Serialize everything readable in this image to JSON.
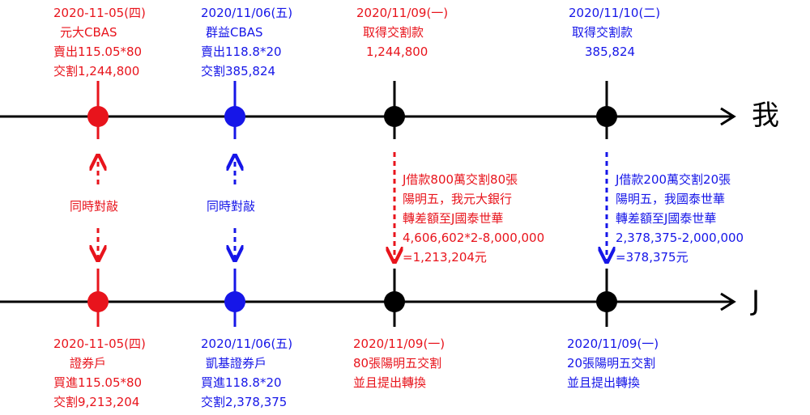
{
  "axes": {
    "top_label": "我",
    "bottom_label": "J"
  },
  "colors": {
    "red": "#e8141c",
    "blue": "#1616e8",
    "black": "#000000"
  },
  "top_events": [
    {
      "color": "red",
      "lines": [
        "2020-11-05(四)",
        "元大CBAS",
        "賣出115.05*80",
        "交割1,244,800"
      ]
    },
    {
      "color": "blue",
      "lines": [
        "2020/11/06(五)",
        "群益CBAS",
        "賣出118.8*20",
        "交割385,824"
      ]
    },
    {
      "color": "red",
      "lines": [
        "2020/11/09(一)",
        "取得交割款",
        "1,244,800"
      ]
    },
    {
      "color": "blue",
      "lines": [
        "2020/11/10(二)",
        "取得交割款",
        "385,824"
      ]
    }
  ],
  "bottom_events": [
    {
      "color": "red",
      "lines": [
        "2020-11-05(四)",
        "證券戶",
        "買進115.05*80",
        "交割9,213,204"
      ]
    },
    {
      "color": "blue",
      "lines": [
        "2020/11/06(五)",
        "凱基證券戶",
        "買進118.8*20",
        "交割2,378,375"
      ]
    },
    {
      "color": "red",
      "lines": [
        "2020/11/09(一)",
        "80張陽明五交割",
        "並且提出轉換"
      ]
    },
    {
      "color": "blue",
      "lines": [
        "2020/11/09(一)",
        "20張陽明五交割",
        "並且提出轉換"
      ]
    }
  ],
  "links": [
    {
      "color": "red",
      "label": "同時對敲"
    },
    {
      "color": "blue",
      "label": "同時對敲"
    }
  ],
  "transfers": [
    {
      "color": "red",
      "lines": [
        "J借款800萬交割80張",
        "陽明五，我元大銀行",
        "轉差額至J國泰世華",
        "4,606,602*2-8,000,000",
        "=1,213,204元"
      ]
    },
    {
      "color": "blue",
      "lines": [
        "J借款200萬交割20張",
        "陽明五，我國泰世華",
        "轉差額至J國泰世華",
        "2,378,375-2,000,000",
        "=378,375元"
      ]
    }
  ]
}
